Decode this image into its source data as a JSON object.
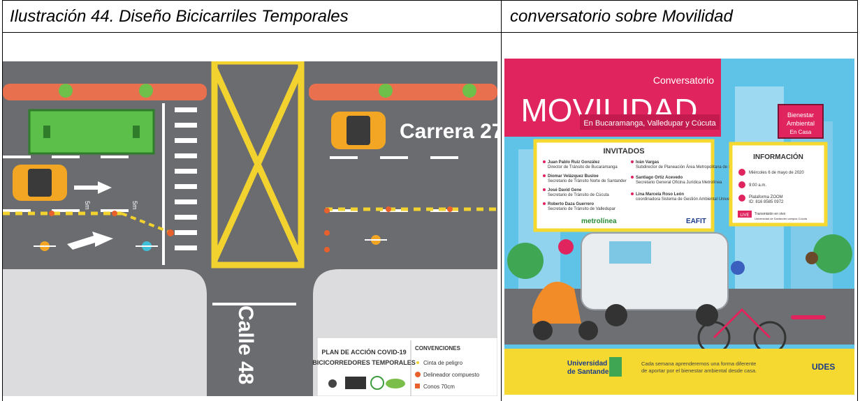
{
  "captions": {
    "left": "Ilustración 44. Diseño Bicicarriles Temporales",
    "right": "conversatorio sobre Movilidad"
  },
  "left_image": {
    "street_name_1": "Carrera 27",
    "street_name_2": "Calle 48",
    "measure_label": "5m",
    "plan_title_line1": "PLAN DE ACCIÓN COVID-19",
    "plan_title_line2": "BICICORREDORES TEMPORALES",
    "conventions_title": "CONVENCIONES",
    "conventions": [
      "Cinta de peligro",
      "Delineador compuesto",
      "Conos 70cm"
    ]
  },
  "right_image": {
    "kicker": "Conversatorio",
    "title": "MOVILIDAD",
    "subtitle": "En Bucaramanga, Valledupar y Cúcuta",
    "sign": [
      "Bienestar",
      "Ambiental",
      "En Casa"
    ],
    "guests_title": "INVITADOS",
    "guests": [
      {
        "name": "Juan Pablo Ruiz González",
        "role": "Director de Tránsito de Bucaramanga"
      },
      {
        "name": "Diomar Velázquez Busloe",
        "role": "Secretario de Tránsito Norte de Santander"
      },
      {
        "name": "José David Gene",
        "role": "Secretario de Tránsito de Cúcuta"
      },
      {
        "name": "Roberto Daza Guerrero",
        "role": "Secretario de Tránsito de Valledupar"
      },
      {
        "name": "Iván Vargas",
        "role": "Subdirector de Planeación Área Metropolitana de Bucaramanga"
      },
      {
        "name": "Santiago Ortiz Acevedo",
        "role": "Secretario General Oficina Jurídica Metrolínea"
      },
      {
        "name": "Lina Marcela Roso León",
        "role": "coordinadora Sistema de Gestión Ambiental Universidad EAFIT"
      }
    ],
    "info_title": "INFORMACIÓN",
    "info_items": [
      "Miércoles 6 de mayo de 2020",
      "9:00 a.m.",
      "Plataforma ZOOM",
      "ID: 816 8585 0972"
    ],
    "live_label": "LIVE",
    "live_text": [
      "Transmisión en vivo",
      "Universidad de Santander campus Cúcuta"
    ],
    "logos": [
      "metrolínea",
      "EAFIT"
    ],
    "footer_logo_left": [
      "Universidad",
      "de Santander"
    ],
    "footer_text": [
      "Cada semana aprenderemos una forma diferente",
      "de aportar por el bienestar ambiental desde casa."
    ],
    "footer_logo_right": "UDES",
    "colors": {
      "pink": "#e0245e",
      "yellow": "#f5d931",
      "sky": "#5fc3e8",
      "road": "#6d6f73"
    }
  }
}
